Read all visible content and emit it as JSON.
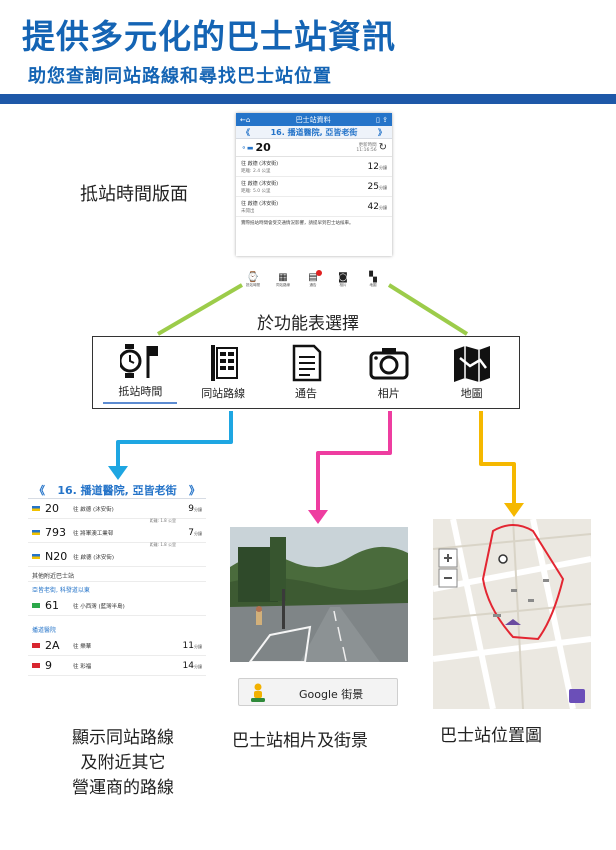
{
  "header": {
    "title": "提供多元化的巴士站資訊",
    "subtitle": "助您查詢同站路線和尋找巴士站位置"
  },
  "eta_phone": {
    "header_title": "巴士站資料",
    "stop_name": "16. 播道醫院, 亞皆老街",
    "route": "20",
    "update_label": "更新時間",
    "update_time": "11:16:56",
    "rows": [
      {
        "dest": "往 啟德 (沐安街)",
        "dist": "距離: 2.4 公里",
        "minutes": "12",
        "unit": "分鐘"
      },
      {
        "dest": "往 啟德 (沐安街)",
        "dist": "距離: 5.0 公里",
        "minutes": "25",
        "unit": "分鐘"
      },
      {
        "dest": "往 啟德 (沐安街)",
        "dist": "未開出",
        "minutes": "42",
        "unit": "分鐘"
      }
    ],
    "note": "實際抵站時間會受交通情況影響，請提早到巴士站候車。"
  },
  "eta_label": "抵站時間版面",
  "mini_tabs": [
    "抵站時間",
    "同站路線",
    "通告",
    "相片",
    "地圖"
  ],
  "select_label": "於功能表選擇",
  "menu": {
    "tabs": [
      {
        "label": "抵站時間",
        "icon": "clock-pin-icon",
        "active": true
      },
      {
        "label": "同站路線",
        "icon": "route-list-icon",
        "active": false
      },
      {
        "label": "通告",
        "icon": "notice-doc-icon",
        "active": false
      },
      {
        "label": "相片",
        "icon": "camera-icon",
        "active": false
      },
      {
        "label": "地圖",
        "icon": "map-icon",
        "active": false
      }
    ]
  },
  "routes_panel": {
    "stop_name": "16. 播道醫院, 亞皆老街",
    "rows_same_stop": [
      {
        "route": "20",
        "dest": "往 啟德 (沐安街)",
        "minutes": "9",
        "unit": "分鐘",
        "dist": "距離: 1.8 公里",
        "color": "#f2c200"
      },
      {
        "route": "793",
        "dest": "往 將軍澳工業邨",
        "minutes": "7",
        "unit": "分鐘",
        "dist": "距離: 1.8 公里",
        "color": "#f2c200"
      },
      {
        "route": "N20",
        "dest": "往 啟德 (沐安街)",
        "minutes": "",
        "unit": "",
        "dist": "",
        "color": "#f2c200"
      }
    ],
    "nearby_section": "其他附近巴士站",
    "nearby_stop_1": "亞皆老街, 科發道以東",
    "rows_stop_1": [
      {
        "route": "61",
        "dest": "往 小西灣 (藍灣半島)",
        "minutes": "",
        "unit": "",
        "color": "#2ba84a"
      }
    ],
    "nearby_stop_2": "播道醫院",
    "rows_stop_2": [
      {
        "route": "2A",
        "dest": "往 樂華",
        "minutes": "11",
        "unit": "分鐘",
        "color": "#d8262f"
      },
      {
        "route": "9",
        "dest": "往 彩福",
        "minutes": "14",
        "unit": "分鐘",
        "color": "#d8262f"
      }
    ]
  },
  "street_view_button": "Google 街景",
  "captions": {
    "routes_1": "顯示同站路線",
    "routes_2": "及附近其它",
    "routes_3": "營運商的路線",
    "photo": "巴士站相片及街景",
    "map": "巴士站位置圖"
  },
  "colors": {
    "brand_blue": "#1464b4",
    "connector_green": "#9ccc4a",
    "connector_cyan": "#1ea6e2",
    "connector_magenta": "#ee3da0",
    "connector_yellow": "#f5b800"
  }
}
